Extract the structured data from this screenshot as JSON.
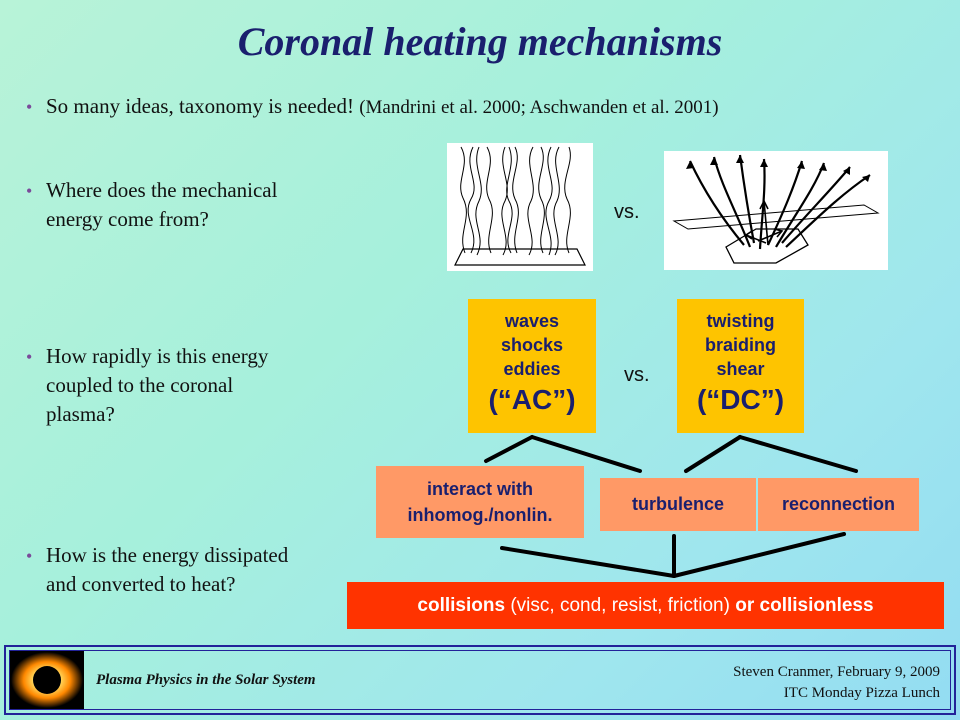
{
  "title": "Coronal heating mechanisms",
  "bullets": [
    {
      "text": "So many ideas, taxonomy is needed!",
      "citation": "(Mandrini et al. 2000; Aschwanden et al. 2001)"
    },
    {
      "line1": "Where does the mechanical",
      "line2": "energy come from?"
    },
    {
      "line1": "How rapidly is this energy",
      "line2": "coupled to the coronal",
      "line3": "plasma?"
    },
    {
      "line1": "How is the energy dissipated",
      "line2": "and converted to heat?"
    }
  ],
  "vs_label": "vs.",
  "ac_box": {
    "line1": "waves",
    "line2": "shocks",
    "line3": "eddies",
    "label": "(“AC”)"
  },
  "dc_box": {
    "line1": "twisting",
    "line2": "braiding",
    "line3": "shear",
    "label": "(“DC”)"
  },
  "mechanisms": {
    "interact_line1": "interact with",
    "interact_line2": "inhomog./nonlin.",
    "turbulence": "turbulence",
    "reconnection": "reconnection"
  },
  "dissipation": {
    "collisions": "collisions",
    "middle": " (visc, cond, resist, friction) ",
    "or": "or",
    "collisionless": "collisionless"
  },
  "footer": {
    "course": "Plasma Physics in the Solar System",
    "speaker_line1": "Steven Cranmer,  February 9, 2009",
    "speaker_line2": "ITC Monday Pizza Lunch"
  },
  "colors": {
    "title": "#1a1f6e",
    "yellow_box": "#fec400",
    "orange_box": "#ff9966",
    "red_box": "#ff3300"
  }
}
